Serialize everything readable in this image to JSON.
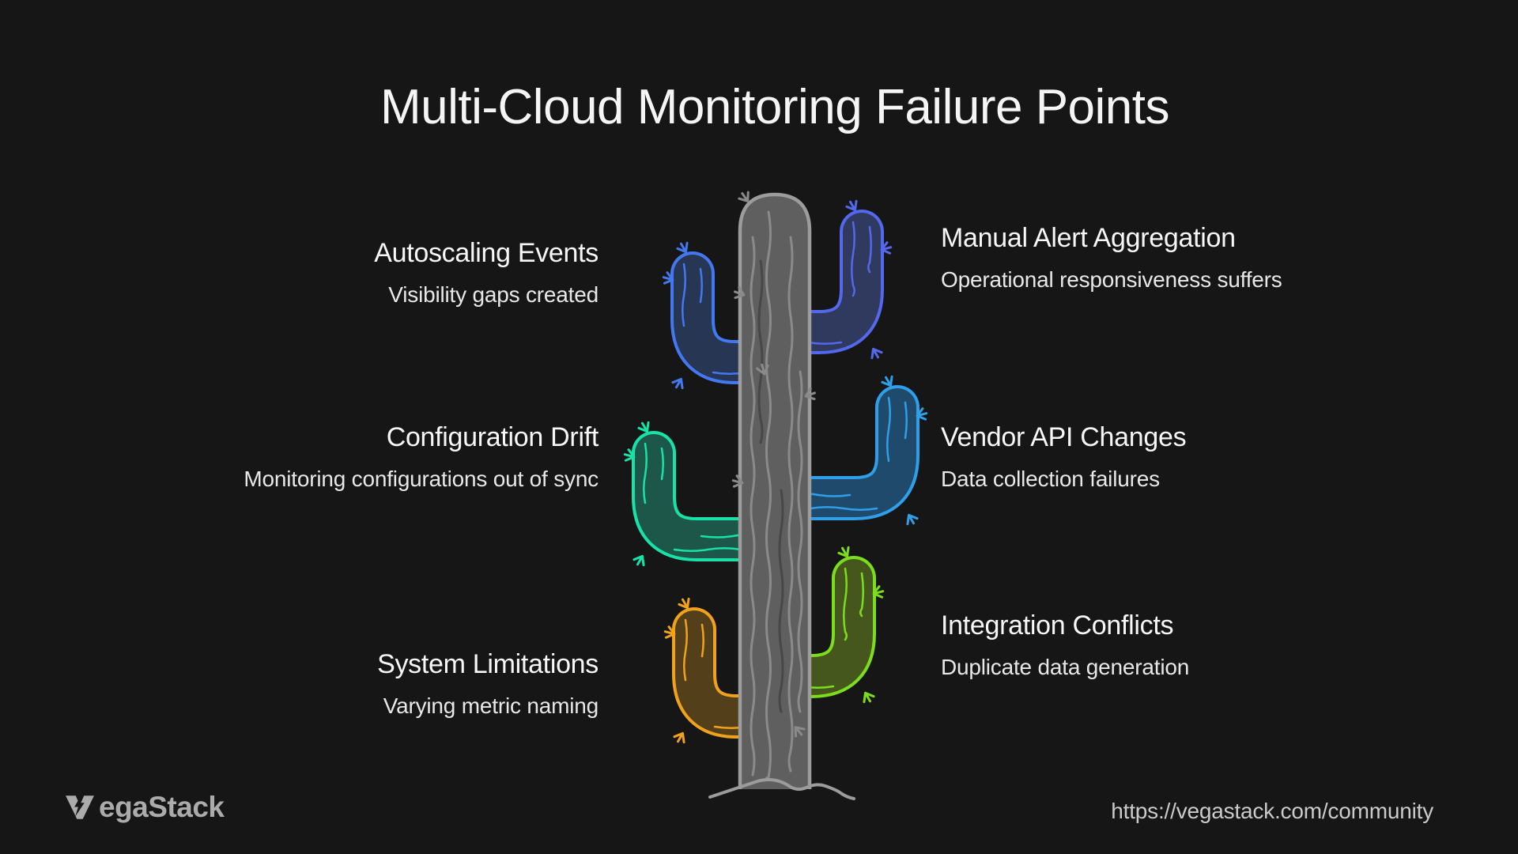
{
  "title": "Multi-Cloud Monitoring Failure Points",
  "left_items": [
    {
      "heading": "Autoscaling Events",
      "description": "Visibility gaps created"
    },
    {
      "heading": "Configuration Drift",
      "description": "Monitoring configurations out of sync"
    },
    {
      "heading": "System Limitations",
      "description": "Varying metric naming"
    }
  ],
  "right_items": [
    {
      "heading": "Manual Alert Aggregation",
      "description": "Operational responsiveness suffers"
    },
    {
      "heading": "Vendor API Changes",
      "description": "Data collection failures"
    },
    {
      "heading": "Integration Conflicts",
      "description": "Duplicate data generation"
    }
  ],
  "footer": {
    "logo_text": "VegaStack",
    "logo_suffix": "egaStack",
    "url": "https://vegastack.com/community"
  },
  "colors": {
    "background": "#161616",
    "title": "#f5f5f5",
    "heading": "#f7f7f7",
    "description": "#e8e8e8",
    "footer_url": "#cbcbcb",
    "logo": "#ababab"
  },
  "cactus": {
    "trunk": {
      "fill": "#5f5f5f",
      "outline": "#9c9c9c",
      "rib_light": "#8a8a8a",
      "rib_dark": "#474747"
    },
    "arms": [
      {
        "position": "top-left",
        "stroke": "#4478f0",
        "fill": "#263653"
      },
      {
        "position": "top-right",
        "stroke": "#5368ec",
        "fill": "#303a5e"
      },
      {
        "position": "middle-left",
        "stroke": "#18e2a7",
        "fill": "#1d574a"
      },
      {
        "position": "middle-right",
        "stroke": "#2e9fe8",
        "fill": "#1f4a6b"
      },
      {
        "position": "bottom-left",
        "stroke": "#f0a21d",
        "fill": "#53401a"
      },
      {
        "position": "bottom-right",
        "stroke": "#7cdd1d",
        "fill": "#45571c"
      }
    ]
  }
}
